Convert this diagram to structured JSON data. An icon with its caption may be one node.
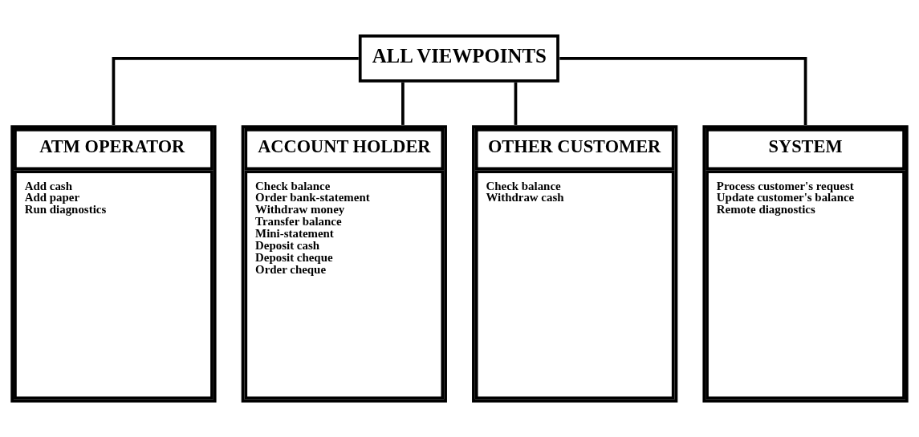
{
  "diagram": {
    "nodes": [
      {
        "text": [
          "ALL VIEWPOINTS"
        ]
      },
      {
        "text": [
          "ATM OPERATOR",
          "Add cash",
          "Add paper",
          "Run diagnostics"
        ]
      },
      {
        "text": [
          "ACCOUNT HOLDER",
          "Check balance",
          "Order bank-statement",
          "Withdraw money",
          "Transfer balance",
          "Mini-statement",
          "Deposit cash",
          "Deposit cheque",
          "Order cheque"
        ]
      },
      {
        "text": [
          "OTHER CUSTOMER",
          "Check balance",
          "Withdraw cash"
        ]
      },
      {
        "text": [
          "SYSTEM",
          "Process customer's request",
          "Update customer's balance",
          "Remote diagnostics"
        ]
      }
    ],
    "edges": [
      {
        "from": 0,
        "to": 1,
        "arrow": "none"
      },
      {
        "from": 0,
        "to": 2,
        "arrow": "none"
      },
      {
        "from": 0,
        "to": 3,
        "arrow": "none"
      },
      {
        "from": 0,
        "to": 4,
        "arrow": "none"
      }
    ]
  }
}
